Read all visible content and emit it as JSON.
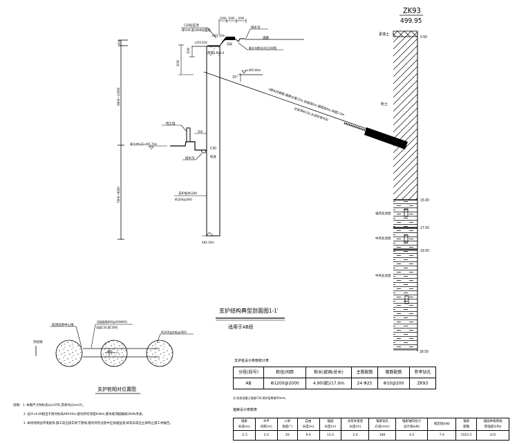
{
  "borehole": {
    "id": "ZK93",
    "elevation": "499.95",
    "layers": [
      {
        "name": "素填土",
        "bottom_depth": "0.50",
        "pattern": "cross-hatch"
      },
      {
        "name": "粉土",
        "bottom_depth": "15.00",
        "pattern": "diagonal-hatch"
      },
      {
        "name": "强风化泥岩",
        "bottom_depth": "17.50",
        "pattern": "mudstone"
      },
      {
        "name": "中风化泥岩",
        "bottom_depth": "19.50",
        "pattern": "mudstone"
      },
      {
        "name": "中风化泥岩",
        "bottom_depth": "28.50",
        "pattern": "mudstone"
      }
    ]
  },
  "section": {
    "title": "支护结构典型剖面图1-1'",
    "subtitle": "适用于AB段",
    "top_dims": [
      "1000",
      "1000",
      "1000"
    ],
    "labels": {
      "wall_top": "C20砼压顶",
      "wall_top_sub": "厚100,宽1000砼面层",
      "slope_elev": "±501.50m",
      "ground_elev": "±500.50m",
      "ditch": "排水沟",
      "road": "道路",
      "crown_beam": "冠梁",
      "drain_note": "截水沟做法详见大样图",
      "crown_beam_size": "冠梁1.0x1.0",
      "dim_left_top": "500",
      "dim_left_mid1": "1000",
      "dim_left_mid2": "3000",
      "water_elev": "±495.60m",
      "anchor_angle": "15°",
      "anchor_desc": "1根Φ28钢筋,锚索长度15m,自由段6m,锚固段9m,间距2.0m",
      "anchor_sub": "注浆体Φ150,水泥砂浆M30",
      "soil_label": "粉土",
      "retaining_wall": "挡土墙",
      "wall_width": "500",
      "base_elev": "基坑底标高±491.70m",
      "bottom_ditch": "排水沟",
      "pile_concrete": "C30",
      "pile_type": "桩身",
      "pile_spec": "支护桩Φ1200",
      "pile_spec_sub": "Φ1200@2000",
      "pile_bottom_elev": "483.10m",
      "dim_upper": "9000~12000",
      "dim_lower": "7000~9000",
      "dim_marker": "嵌",
      "dim_top_small": "500"
    }
  },
  "pile_plan": {
    "title": "支护桩相对位置图",
    "labels": {
      "left_side": "开挖侧",
      "crown_beam": "桩顶冠梁中心线",
      "beam_spec1": "冠梁配筋Φ20@200(Φ20)",
      "beam_spec2": "冠梁C30,宽C20砼",
      "pile_spec": "Φ1200支护桩@2000",
      "spacing": "桩距"
    }
  },
  "pile_table": {
    "title": "支护桩设计参数统计表",
    "headers": [
      "分段(段号)",
      "桩径/间距",
      "桩长(嵌固/总长)",
      "主筋配筋",
      "箍筋配筋",
      "参考钻孔"
    ],
    "rows": [
      [
        "AB",
        "Φ1200@2000",
        "4.90(嵌)/17.0m",
        "24 Φ25",
        "Φ10@200",
        "ZK93"
      ]
    ],
    "note": "注:桩身混凝土强度C30,保护层厚度50mm。"
  },
  "anchor_table": {
    "title": "锚索设计参数表",
    "headers": [
      [
        "锚索",
        "标高(m)"
      ],
      [
        "水平",
        "间距(m)"
      ],
      [
        "入射",
        "角度(°)"
      ],
      [
        "自由",
        "长度(m)"
      ],
      [
        "锚固",
        "长度(m)"
      ],
      [
        "注浆体直径",
        "长度(m)"
      ],
      [
        "锚索钻孔",
        "孔径(mm)"
      ],
      [
        "锚索轴向拉力",
        "设计值(kN)"
      ],
      [
        "锁定值(kN)"
      ],
      [
        "锚索",
        "配筋"
      ],
      [
        "锚固体极限粘",
        "结强度(kPa)"
      ]
    ],
    "rows": [
      [
        "-2.5",
        "2.0",
        "20",
        "9.0",
        "13.0",
        "2.0",
        "180",
        "4.0",
        "7.0",
        "5S15.2",
        "415"
      ]
    ]
  },
  "notes": {
    "title": "说明:",
    "items": [
      "1. 本图尺寸除标高以m计外,其余均以mm计。",
      "2. 设计±0.00相当于绝对标高499.95m,基坑开挖深度8.80m,基坑坡顶超载按20kPa考虑。",
      "3. 本场地周边环境复杂,施工前应核实地下管线,基坑开挖过程中应加强监测,如有异常应立即停止施工并报告。"
    ]
  }
}
